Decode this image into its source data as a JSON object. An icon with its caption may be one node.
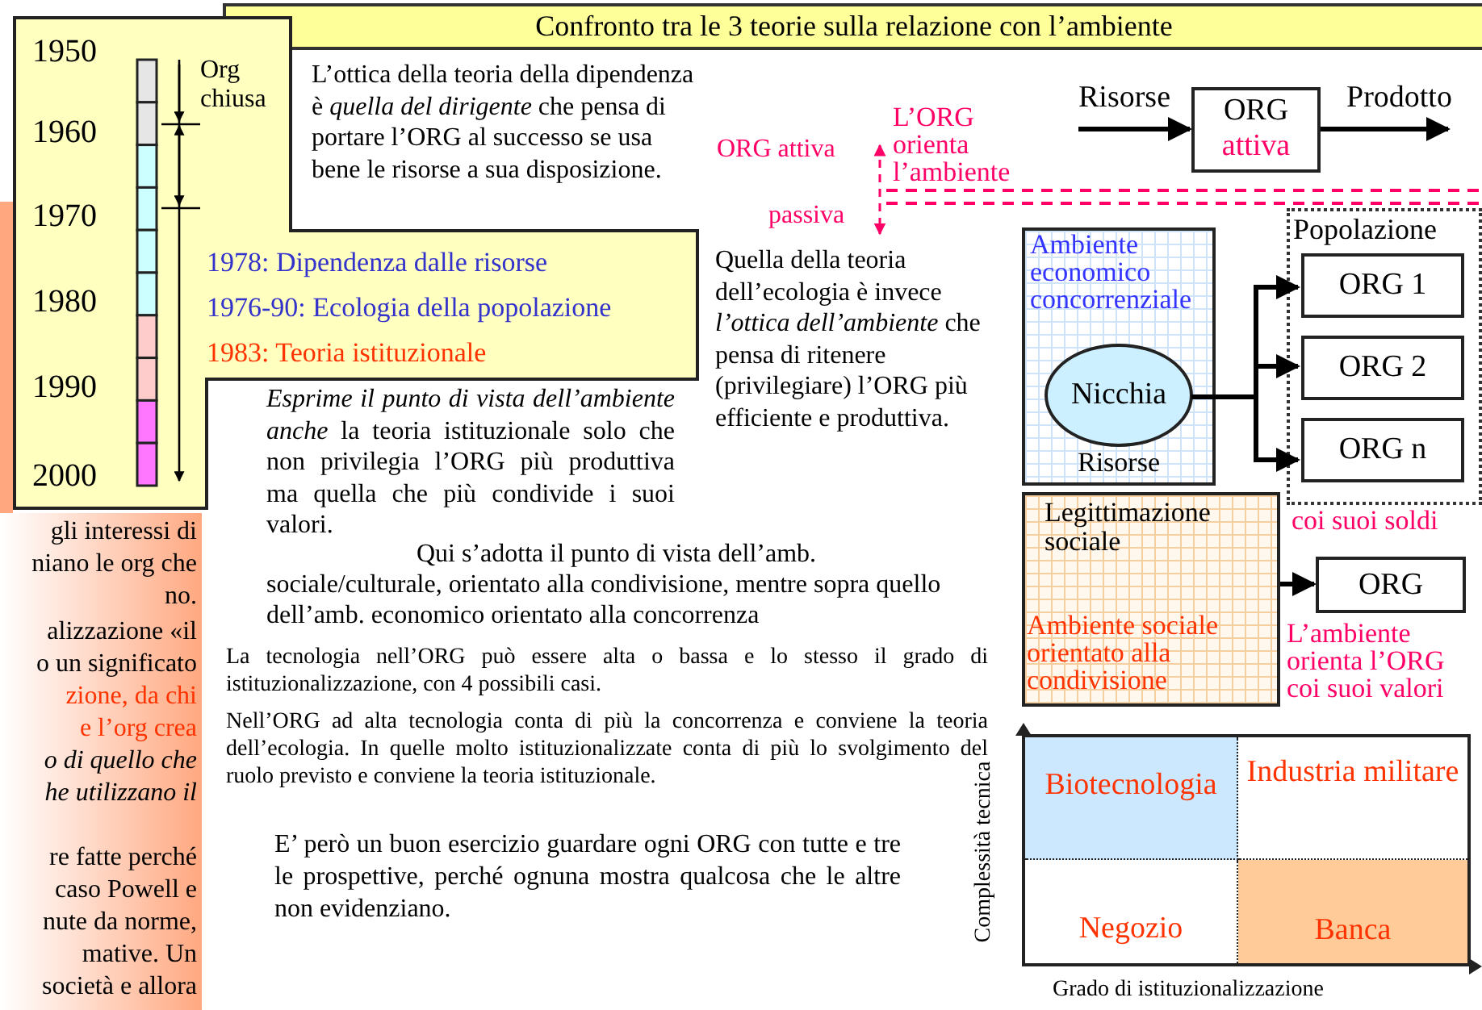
{
  "diagram": {
    "nodes": [
      {
        "text": [
          "Confronto tra le 3 teorie sulla relazione con l’ambiente"
        ]
      },
      {
        "text": [
          "1978: Dipendenza dalle risorse",
          "1976-90: Ecologia della popolazione",
          "1983: Teoria istituzionale"
        ]
      },
      {
        "text": [
          "L’ottica della teoria della dipendenza è *quella del dirigente* che pensa di portare l’ORG al successo se usa bene le risorse a sua disposizione."
        ]
      },
      {
        "text": [
          "ORG",
          "attiva"
        ]
      },
      {
        "text": [
          "Ambiente economico concorrenziale",
          "Risorse"
        ]
      },
      {
        "text": [
          "Nicchia"
        ],
        "in": 4
      },
      {
        "text": [
          "Popolazione"
        ],
        "beside": [
          "coi suoi soldi"
        ]
      },
      {
        "text": [
          "ORG 1"
        ],
        "in": 6
      },
      {
        "text": [
          "ORG 2"
        ],
        "in": 6
      },
      {
        "text": [
          "ORG n"
        ],
        "in": 6
      },
      {
        "text": [
          "Legittimazione sociale",
          "Ambiente sociale orientato alla condivisione"
        ]
      },
      {
        "text": [
          "ORG"
        ],
        "beside": [
          "L’ambiente orienta l’ORG coi suoi valori"
        ]
      },
      {
        "text": [],
        "shape": "box"
      },
      {
        "text": [
          "Biotecnologia"
        ],
        "in": 12
      },
      {
        "text": [
          "Industria militare"
        ],
        "in": 12
      },
      {
        "text": [
          "Negozio"
        ],
        "in": 12
      },
      {
        "text": [
          "Banca"
        ],
        "in": 12
      }
    ],
    "edges": [
      {
        "from": null,
        "to": 3,
        "arrow": "to",
        "label": "Risorse"
      },
      {
        "from": 3,
        "to": null,
        "arrow": "to",
        "label": "Prodotto"
      },
      {
        "from": 5,
        "to": 7,
        "arrow": "to"
      },
      {
        "from": 5,
        "to": 8,
        "arrow": "to"
      },
      {
        "from": 5,
        "to": 9,
        "arrow": "to"
      },
      {
        "from": 10,
        "to": 11,
        "arrow": "to"
      }
    ],
    "labels": [
      "1950",
      "1960",
      "1970",
      "1980",
      "1990",
      "2000",
      "Org chiusa",
      "ORG attiva",
      "L’ORG orienta l’ambiente",
      "passiva",
      "*Esprime il punto di vista dell’ambiente anche* la teoria istituzionale solo che non privilegia l’ORG più produttiva ma quella che più condivide i suoi valori.",
      "Qui s’adotta il punto di vista dell’amb. sociale/culturale, orientato alla condivisione, mentre sopra quello dell’amb. economico orientato alla concorrenza",
      "Quella della teoria dell’ecologia è invece *l’ottica dell’ambiente* che pensa di ritenere (privilegiare) l’ORG più efficiente e produttiva.",
      "La tecnologia nell’ORG può essere alta o bassa e lo stesso il grado di istituzionalizzazione, con 4 possibili casi.",
      "Nell’ORG ad alta tecnologia conta di più la concorrenza e conviene la teoria dell’ecologia. In quelle molto istituzionalizzate conta di più lo svolgimento del ruolo previsto e conviene la teoria istituzionale.",
      "E’ però un buon esercizio guardare ogni ORG con tutte e tre le prospettive, perché ognuna mostra qualcosa che le altre non evidenziano.",
      "gli interessi di",
      "niano le org che",
      "no.",
      "alizzazione «il",
      "o un significato",
      "zione, da chi",
      "e l’org crea",
      "o di quello che",
      "he utilizzano il",
      "re fatte perché",
      "caso Powell e",
      "nute da norme,",
      "mative. Un",
      "società e allora",
      "Complessità tecnica",
      "Grado di istituzionalizzazione"
    ]
  }
}
